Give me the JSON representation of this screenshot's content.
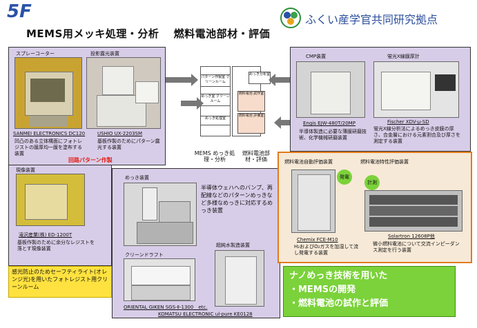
{
  "header": {
    "floor": "5F",
    "title": "MEMS用メッキ処理・分析　 燃料電池部材・評価",
    "logo_text": "ふくい産学官共同研究拠点"
  },
  "left_panel": {
    "spray_coater": "スプレーコーター",
    "projection_exposure": "投影露光装置",
    "sanmei": "SANMEI ELECTRONICS  DC120",
    "ushio": "USHIO UX-2203SM",
    "spray_desc": "凹凸のある立体構面にフォトレジストの膜厚均一膜を塗布する装置",
    "ushio_desc": "基板作製のためにパターン露光する装置",
    "circuit_label": "回路パターン作製",
    "developer": "現像装置",
    "takizawa": "滝沢産業(株) ED-1200T",
    "developer_desc": "基板作製のために余分なレジストを落とす現像装置",
    "yellow_note": "感光防止のためセーフティライト(オレンジ光)を用いたフォトレジスト用クリーンルーム"
  },
  "plating_panel": {
    "plating_device": "めっき装置",
    "plating_desc": "半導体ウェハへのバンプ、再配線などのパターンめっきなど多様なめっきに対応するめっき装置",
    "clean_draft": "クリーンドラフト",
    "ultrapure": "超純水製造装置",
    "oriental": "ORIENTAL GIKEN  SGS-Ⅱ-1300　etc.",
    "komatsu": "KOMATSU ELECTRONIC  ul-pure KE0128"
  },
  "floorplan": {
    "room_pattern": "パターン作製室 クリーンルーム",
    "room_plating_clean": "めっき室 クリーンルーム",
    "room_plating": "めっき処理室",
    "room_plating_analysis": "めっき分析室",
    "room_fuel_trial": "燃料電池 試作室",
    "room_fuel_eval": "燃料電池 評価室",
    "mems_label": "MEMS めっき処理・分析",
    "fuel_label": "燃料電池部材・評価"
  },
  "top_right_panel": {
    "cmp": "CMP装置",
    "fluoro": "蛍光X線膜厚計",
    "engis": "Engis EJW-480T/20MP",
    "fischer": "Fischer  XDV-μ-SD",
    "cmp_desc": "半導体製造に必要な薄膜研磨技術、化学機械研磨装置",
    "fischer_desc": "蛍光X線分析法によるめっき皮膜の厚さ、合金層における元素割合及び厚さを測定する装置"
  },
  "fuel_panel": {
    "auto_device": "燃料電池自動評価装置",
    "char_device": "燃料電池特性評価装置",
    "badge_gen": "発電",
    "badge_meas": "計測",
    "chemix": "Chemix FCE-M10",
    "solartron": "Solartron 12608P他",
    "chemix_desc": "H₂およびO₂ガスを加湿して流し発電する装置",
    "solartron_desc": "微小燃料電池について交流インピーダンス測定を行う装置"
  },
  "summary": {
    "line1": "ナノめっき技術を用いた",
    "line2": "・MEMSの開発",
    "line3": "・燃料電池の試作と評価"
  },
  "colors": {
    "purple_panel": "#d8cde8",
    "orange_panel": "#f7e9d7",
    "orange_border": "#e07b1a",
    "yellow_note": "#ffe23f",
    "green_box": "#7bd23a",
    "title_blue": "#2b52a8",
    "red_label": "#e0201a"
  }
}
